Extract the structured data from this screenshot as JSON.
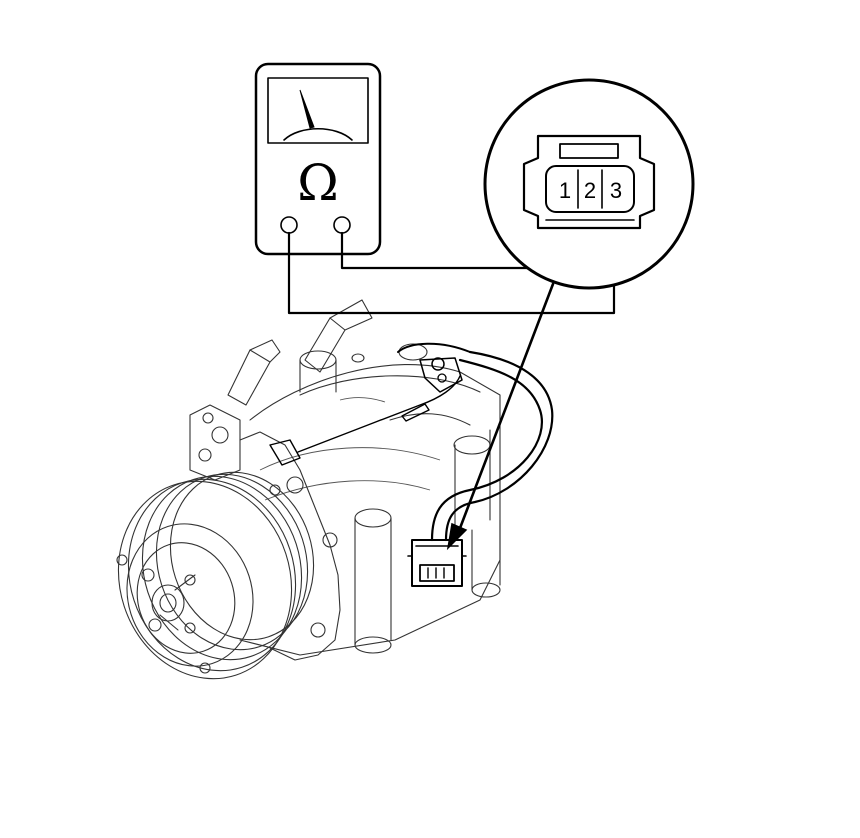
{
  "meter": {
    "symbol": "Ω"
  },
  "connector_detail": {
    "pins": [
      "1",
      "2",
      "3"
    ]
  },
  "colors": {
    "line": "#000000",
    "background": "#ffffff",
    "detail_line": "#333333"
  }
}
